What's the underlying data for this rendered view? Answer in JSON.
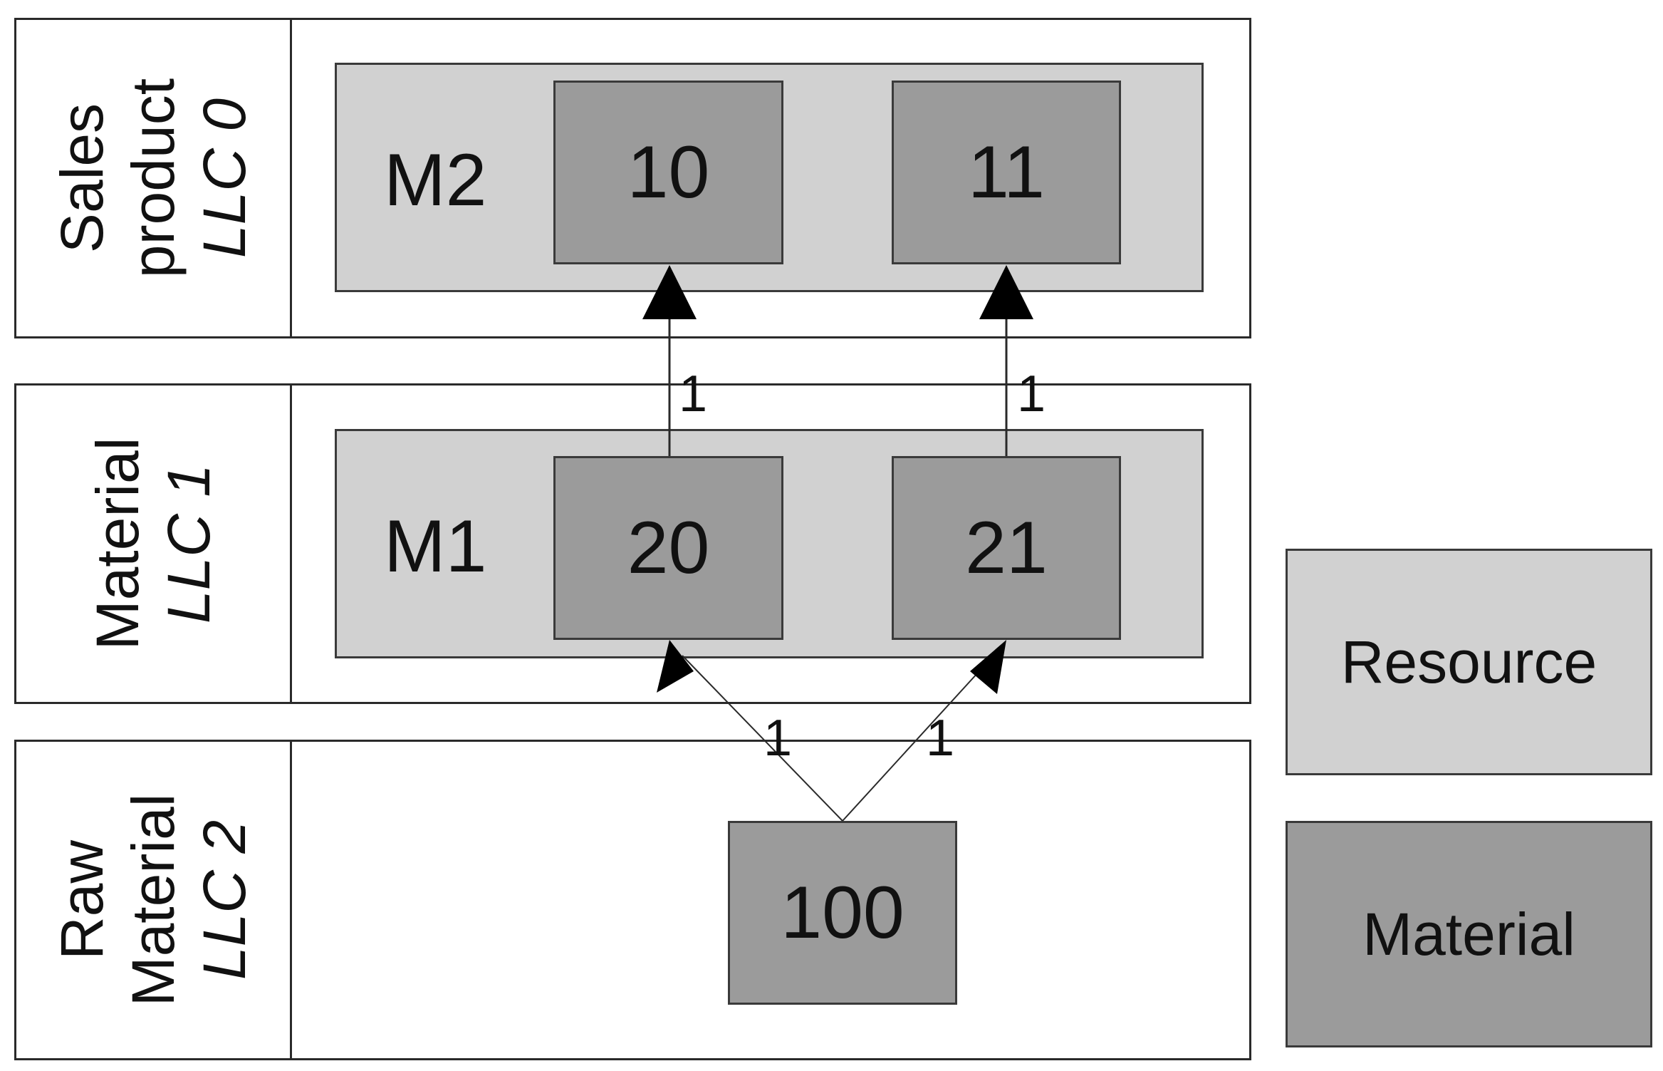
{
  "levels": [
    {
      "lines": [
        "Sales",
        "product"
      ],
      "llc": "LLC 0"
    },
    {
      "lines": [
        "Material"
      ],
      "llc": "LLC 1"
    },
    {
      "lines": [
        "Raw",
        "Material"
      ],
      "llc": "LLC 2"
    }
  ],
  "resources": {
    "m2": "M2",
    "m1": "M1"
  },
  "materials": {
    "m10": "10",
    "m11": "11",
    "m20": "20",
    "m21": "21",
    "m100": "100"
  },
  "quantities": {
    "q10": "1",
    "q11": "1",
    "q20": "1",
    "q21": "1"
  },
  "legend": {
    "resource": "Resource",
    "material": "Material"
  },
  "colors": {
    "resource": "#d1d1d1",
    "material": "#9b9b9b",
    "border": "#2a2a2a"
  }
}
